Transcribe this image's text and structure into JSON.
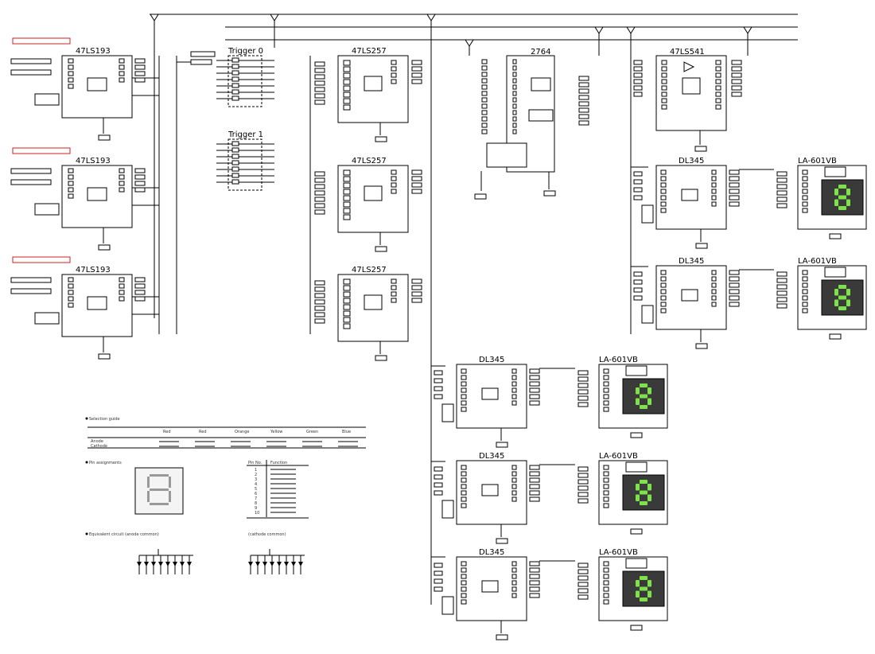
{
  "components": {
    "counters": [
      "47LS193",
      "47LS193",
      "47LS193"
    ],
    "trigger_0": "Trigger 0",
    "trigger_1": "Trigger 1",
    "multiplexers": [
      "47LS257",
      "47LS257",
      "47LS257"
    ],
    "eprom": "2764",
    "buffer": "47LS541",
    "decoders": [
      "DL345",
      "DL345",
      "DL345",
      "DL345",
      "DL345"
    ],
    "displays": [
      "LA-601VB",
      "LA-601VB",
      "LA-601VB",
      "LA-601VB",
      "LA-601VB"
    ],
    "digit_glyph": "8"
  },
  "colors": {
    "line": "#000000",
    "marker": "#cc2222",
    "display_bg": "#3a3a3a",
    "segment": "#7ee24a"
  },
  "datasheet": {
    "selection_guide": "Selection guide",
    "pin_assignments": "Pin assignments",
    "equivalent_circuit": "Equivalent circuit (anode common)",
    "cathode_common": "(cathode common)",
    "columns": [
      "Red",
      "Red",
      "Orange",
      "Yellow",
      "Green",
      "Blue"
    ],
    "rows": [
      "Anode",
      "Cathode"
    ],
    "pin_header": [
      "Pin No.",
      "Function"
    ],
    "pin_numbers": [
      "1",
      "2",
      "3",
      "4",
      "5",
      "6",
      "7",
      "8",
      "9",
      "10"
    ]
  }
}
